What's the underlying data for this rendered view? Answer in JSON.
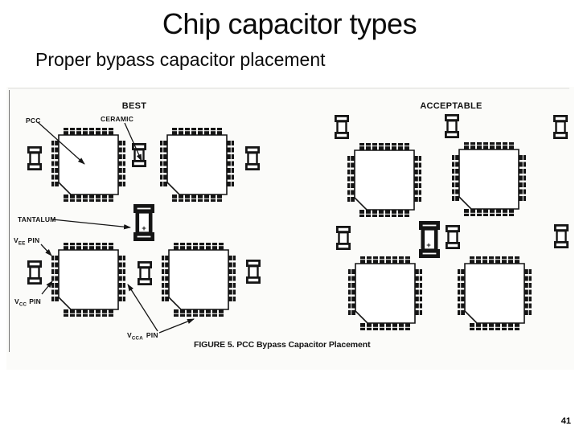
{
  "slide": {
    "title": "Chip capacitor types",
    "subtitle": "Proper bypass capacitor placement",
    "page_number": "41"
  },
  "figure": {
    "best_heading": "BEST",
    "acceptable_heading": "ACCEPTABLE",
    "caption": "FIGURE 5. PCC Bypass Capacitor Placement",
    "labels": {
      "pcc": "PCC",
      "ceramic": "CERAMIC",
      "tantalum": "TANTALUM",
      "vee_base": "V",
      "vee_sub": "EE",
      "vee_word": "PIN",
      "vcc_base": "V",
      "vcc_sub": "CC",
      "vcc_word": "PIN",
      "vcca_base": "V",
      "vcca_sub": "CCA",
      "vcca_word": "PIN",
      "tantalum_polarity": "+"
    },
    "ink_color": "#151515"
  }
}
